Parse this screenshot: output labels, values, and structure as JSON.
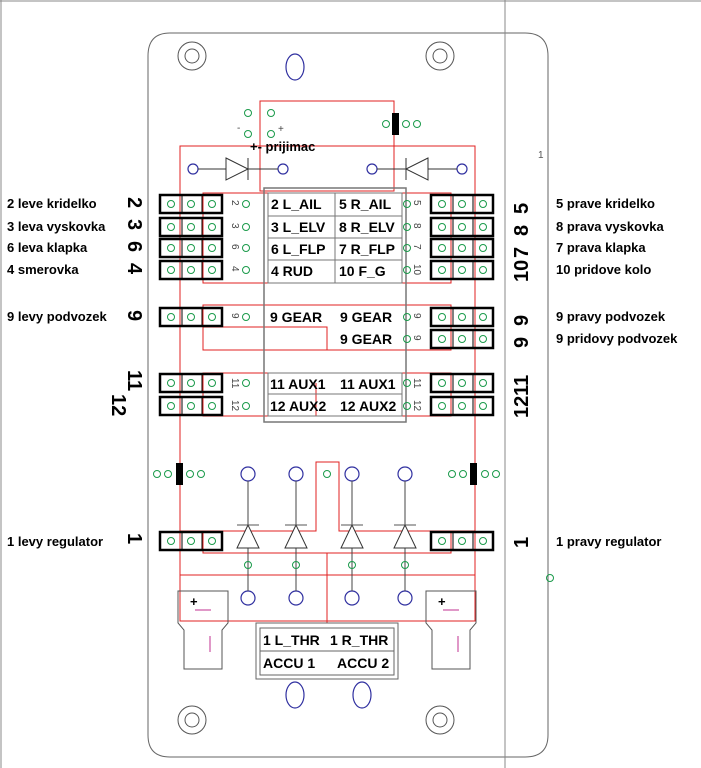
{
  "receiver_label": "+- prijimac",
  "corner_mark": "1",
  "left_labels": [
    "2 leve kridelko",
    "3 leva vyskovka",
    "6 leva klapka",
    "4 smerovka",
    "9 levy podvozek",
    "1 levy regulator"
  ],
  "left_numbers": [
    "2",
    "3",
    "6",
    "4",
    "9",
    "11",
    "12",
    "1"
  ],
  "right_labels": [
    "5 prave kridelko",
    "8 prava vyskovka",
    "7 prava klapka",
    "10 pridove kolo",
    "9 pravy podvozek",
    "9 pridovy podvozek",
    "1 pravy regulator"
  ],
  "right_numbers": [
    "5",
    "8",
    "7",
    "10",
    "9",
    "9",
    "11",
    "12",
    "1"
  ],
  "table_left": [
    "2 L_AIL",
    "3 L_ELV",
    "6 L_FLP",
    "4 RUD",
    "9 GEAR",
    "11 AUX1",
    "12 AUX2"
  ],
  "table_right": [
    "5 R_AIL",
    "8 R_ELV",
    "7 R_FLP",
    "10 F_G",
    "9 GEAR",
    "9 GEAR",
    "11 AUX1",
    "12 AUX2"
  ],
  "pin_numbers_left": [
    "2",
    "3",
    "6",
    "4",
    "9",
    "11",
    "12"
  ],
  "pin_numbers_right": [
    "5",
    "8",
    "7",
    "10",
    "9",
    "9",
    "11",
    "12"
  ],
  "bottom_table": {
    "l_thr": "1 L_THR",
    "r_thr": "1 R_THR",
    "accu1": "ACCU 1",
    "accu2": "ACCU 2"
  },
  "plus_sign": "+",
  "minus_sign": "-",
  "colors": {
    "trace": "#e02020",
    "pin": "#1a9a4a",
    "pad": "#3030a0"
  }
}
